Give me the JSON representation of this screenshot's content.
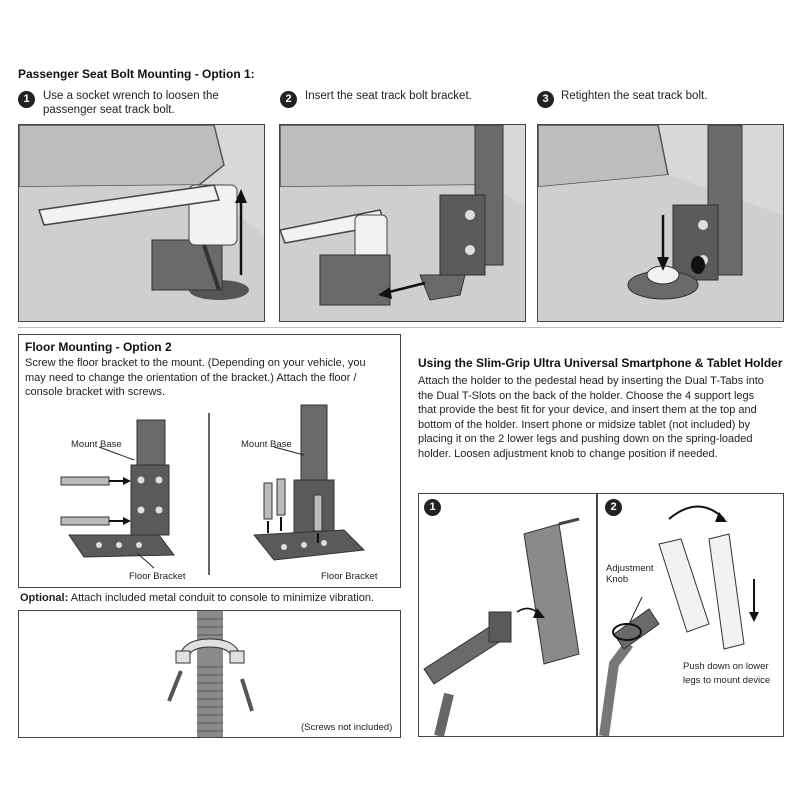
{
  "section1": {
    "title": "Passenger Seat Bolt Mounting - Option 1:",
    "steps": [
      {
        "num": "1",
        "text_line1": "Use a socket wrench to loosen the",
        "text_line2": "passenger seat track bolt."
      },
      {
        "num": "2",
        "text_line1": "Insert the seat track bolt bracket."
      },
      {
        "num": "3",
        "text_line1": "Retighten the seat track bolt."
      }
    ]
  },
  "section2": {
    "title": "Floor Mounting - Option 2",
    "lines": [
      "Screw the floor bracket to the mount.  (Depending on your vehicle, you",
      "may need to change the orientation of the bracket.) Attach the floor /",
      "console bracket with screws."
    ],
    "labels": {
      "mount_base_left": "Mount Base",
      "floor_bracket_left": "Floor Bracket",
      "mount_base_right": "Mount Base",
      "floor_bracket_right": "Floor Bracket"
    }
  },
  "optional": {
    "label": "Optional:",
    "text": "Attach included metal conduit to console to minimize vibration.",
    "screws_note": "(Screws not included)"
  },
  "section3": {
    "title": "Using the Slim-Grip Ultra Universal Smartphone & Tablet Holder",
    "lines": [
      "Attach the holder to the pedestal head by inserting the Dual T-Tabs into",
      "the Dual T-Slots on the back of the holder. Choose the 4 support legs",
      "that provide the best fit for your device, and insert them at the top and",
      "bottom of the holder. Insert phone or midsize tablet (not included) by",
      "placing it on the 2 lower legs and pushing down on the spring-loaded",
      "holder. Loosen adjustment knob to change position if needed."
    ],
    "step1": "1",
    "step2": "2",
    "adjustment_knob_line1": "Adjustment",
    "adjustment_knob_line2": "Knob",
    "push_down_line1": "Push down on lower",
    "push_down_line2": "legs to mount device"
  },
  "colors": {
    "photo_bg": "#d8d8d8",
    "metal": "#5a5a5a",
    "light": "#f2f2f2",
    "ink": "#222222"
  }
}
